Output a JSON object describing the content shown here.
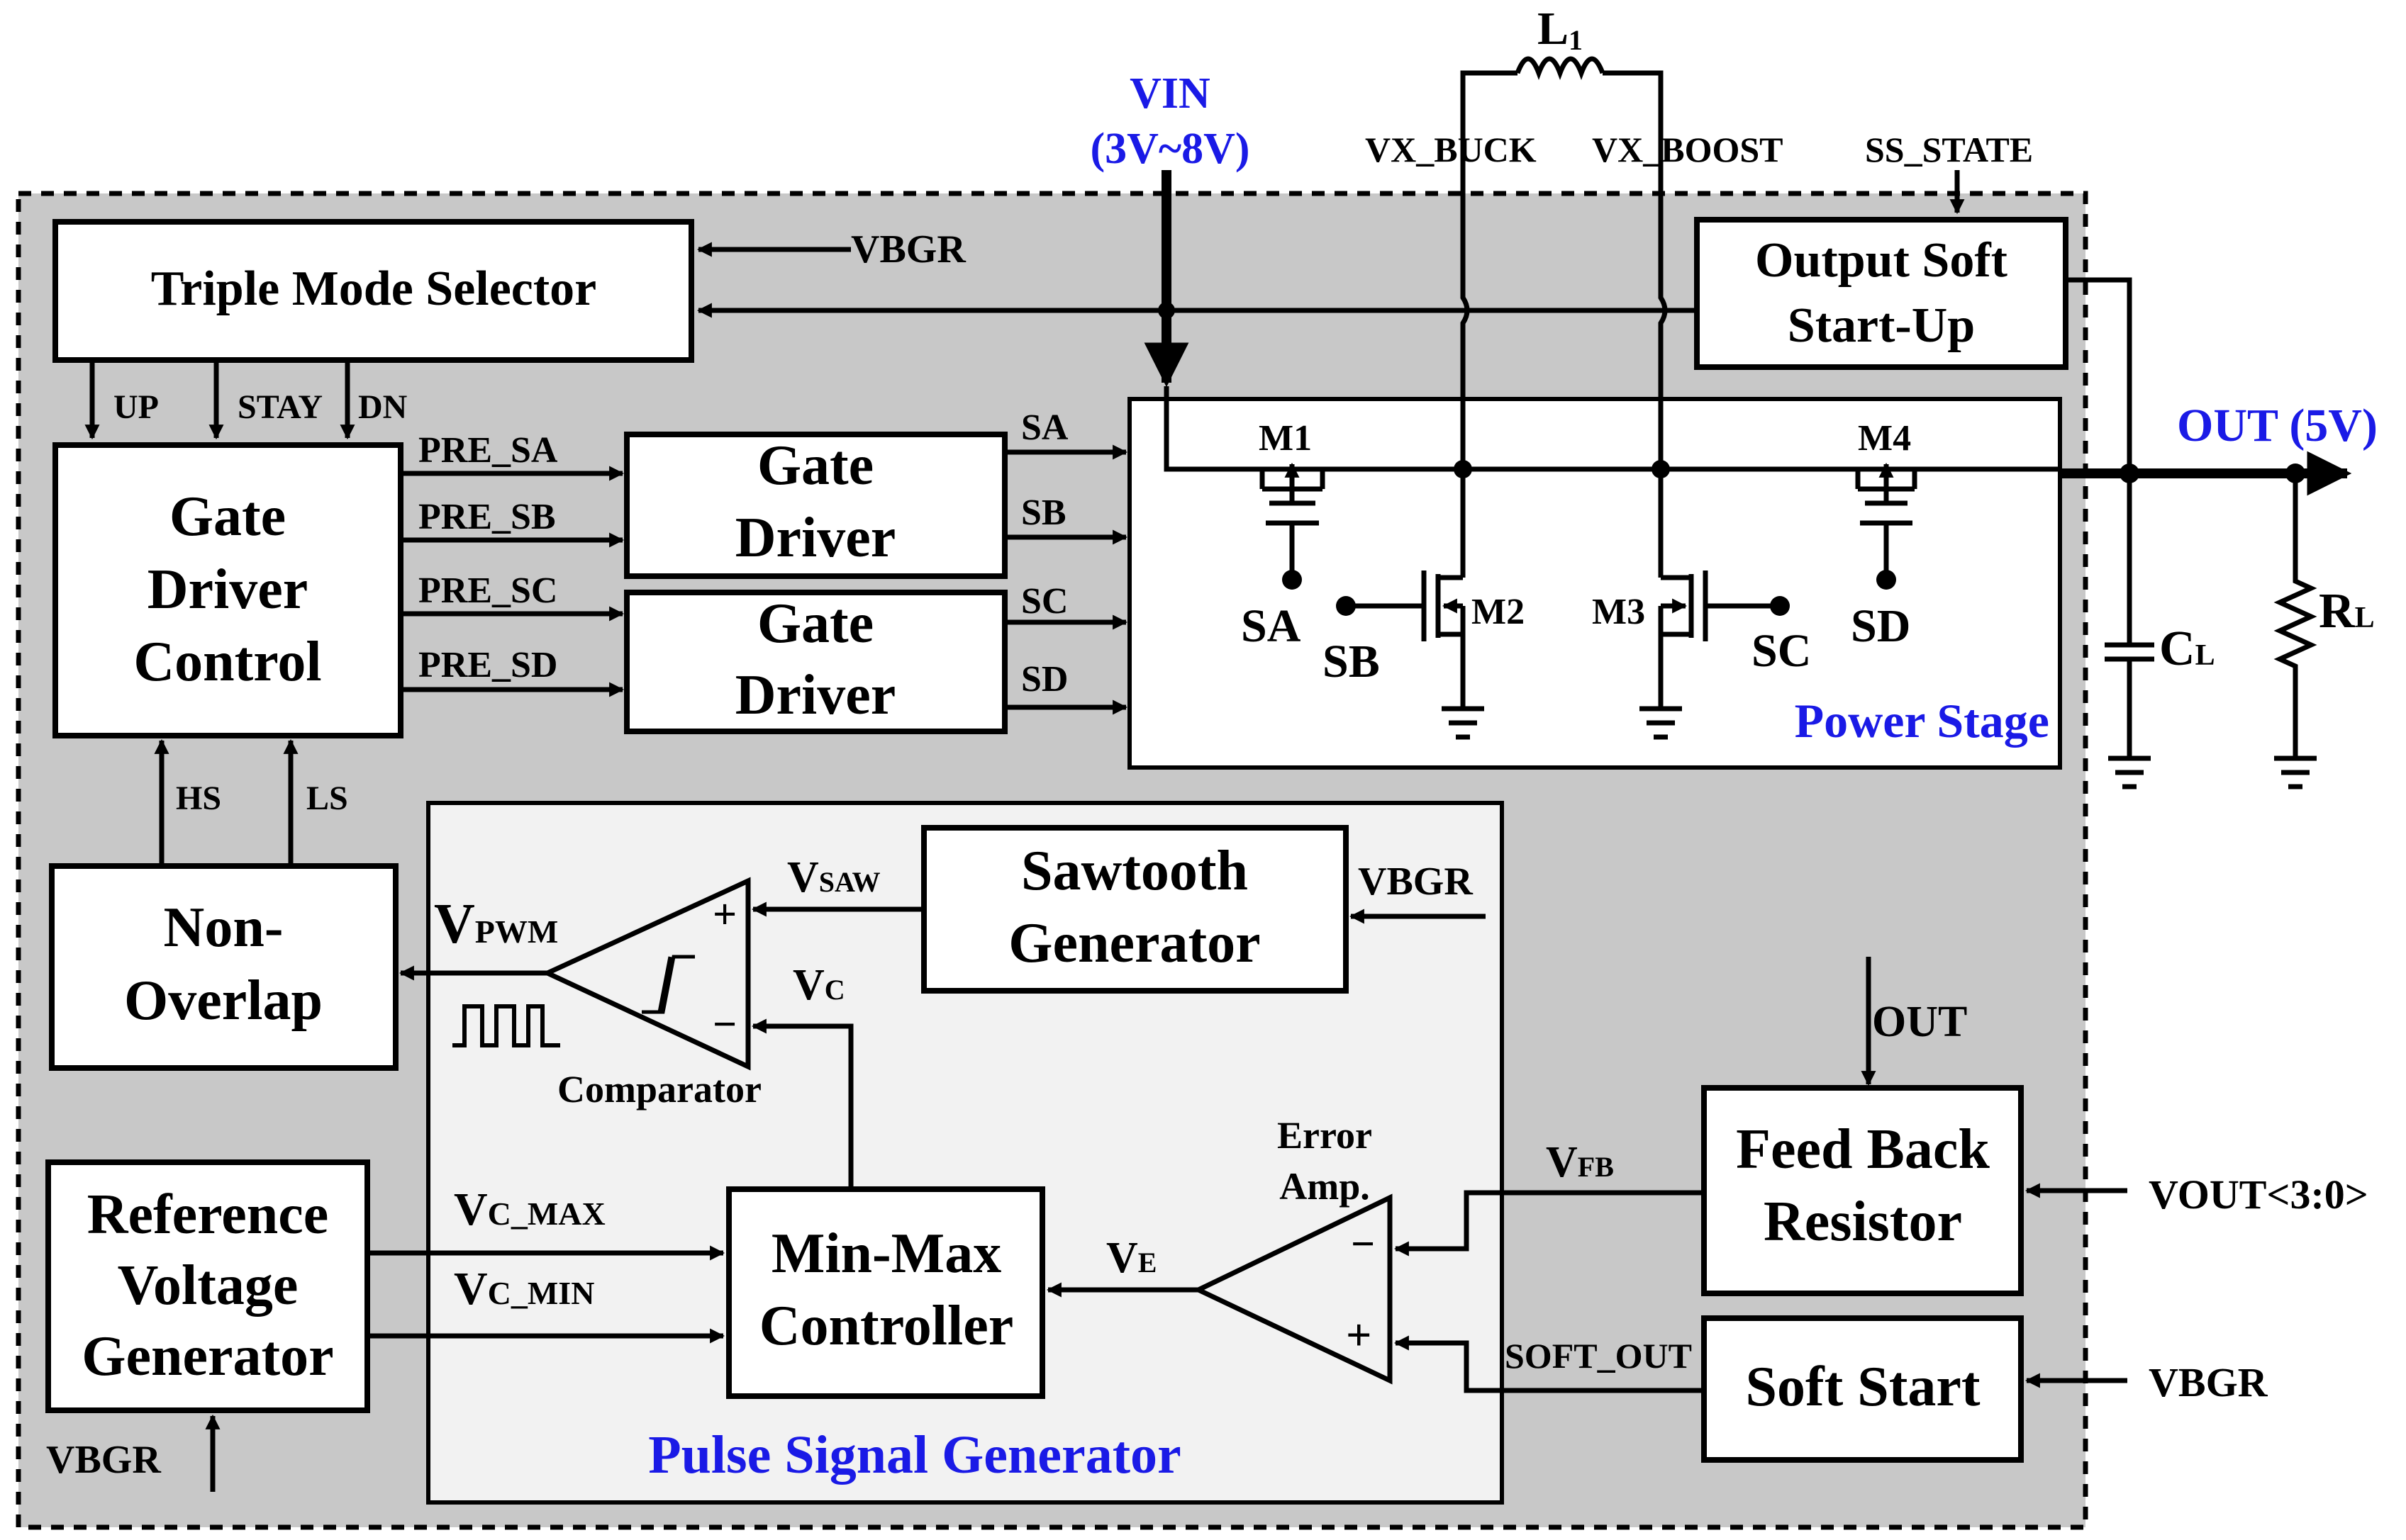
{
  "blocks": {
    "triple_mode": "Triple Mode Selector",
    "gdc": [
      "Gate",
      "Driver",
      "Control"
    ],
    "gate_driver": [
      "Gate",
      "Driver"
    ],
    "non_overlap": [
      "Non-",
      "Overlap"
    ],
    "ref_gen": [
      "Reference",
      "Voltage",
      "Generator"
    ],
    "soft_startup": [
      "Output Soft",
      "Start-Up"
    ],
    "sawtooth": [
      "Sawtooth",
      "Generator"
    ],
    "minmax": [
      "Min-Max",
      "Controller"
    ],
    "feedback": [
      "Feed Back",
      "Resistor"
    ],
    "soft_start": "Soft Start",
    "power_stage": "Power Stage",
    "pulse_gen": "Pulse Signal Generator",
    "comparator": "Comparator",
    "error_amp": [
      "Error",
      "Amp."
    ]
  },
  "signals": {
    "vin": "VIN",
    "vin_range": "(3V~8V)",
    "inductor": "L",
    "inductor_sub": "1",
    "vx_buck": "VX_BUCK",
    "vx_boost": "VX_BOOST",
    "ss_state": "SS_STATE",
    "vbgr": "VBGR",
    "up": "UP",
    "stay": "STAY",
    "dn": "DN",
    "pre_sa": "PRE_SA",
    "pre_sb": "PRE_SB",
    "pre_sc": "PRE_SC",
    "pre_sd": "PRE_SD",
    "sa": "SA",
    "sb": "SB",
    "sc": "SC",
    "sd": "SD",
    "hs": "HS",
    "ls": "LS",
    "out5": "OUT (5V)",
    "out": "OUT",
    "cl": "C",
    "cl_sub": "L",
    "rl": "R",
    "rl_sub": "L",
    "vout": "VOUT<3:0>",
    "soft_out": "SOFT_OUT",
    "plus": "+",
    "minus": "−"
  },
  "devices": {
    "m1": "M1",
    "m2": "M2",
    "m3": "M3",
    "m4": "M4"
  },
  "subscripted": {
    "v": "V",
    "vsaw_sub": "SAW",
    "vc_sub": "C",
    "vpwm_sub": "PWM",
    "vcmax_sub": "C_MAX",
    "vcmin_sub": "C_MIN",
    "ve_sub": "E",
    "vfb_sub": "FB"
  },
  "colors": {
    "accent_blue": "#1a1ae6",
    "outer_bg": "#c8c8c8",
    "pulse_bg": "#f2f2f2"
  }
}
